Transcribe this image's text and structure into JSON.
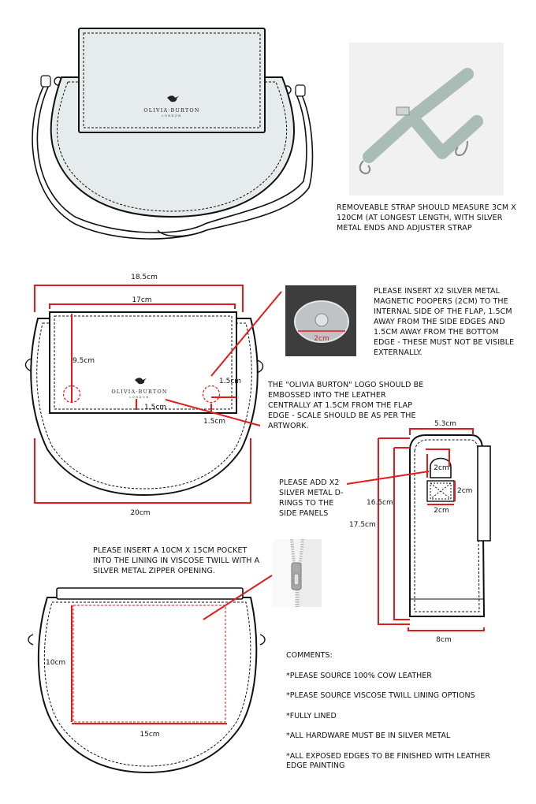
{
  "logo": {
    "brand": "OLIVIA·BURTON",
    "city": "LONDON"
  },
  "notes": {
    "strap": "REMOVEABLE STRAP SHOULD MEASURE 3CM X 120CM (AT LONGEST LENGTH, WITH SILVER METAL ENDS AND ADJUSTER STRAP",
    "poppers": "PLEASE INSERT X2 SILVER METAL MAGNETIC POOPERS (2CM) TO THE INTERNAL SIDE OF THE FLAP, 1.5CM AWAY FROM THE SIDE EDGES AND 1.5CM AWAY FROM THE BOTTOM EDGE - THESE MUST NOT BE VISIBLE EXTERNALLY.",
    "logo": "THE \"OLIVIA BURTON\" LOGO SHOULD BE EMBOSSED INTO THE LEATHER CENTRALLY AT 1.5CM FROM THE FLAP EDGE - SCALE SHOULD BE AS PER THE ARTWORK.",
    "drings": "PLEASE ADD X2 SILVER METAL D-RINGS TO THE SIDE PANELS",
    "pocket": "PLEASE INSERT A 10CM X 15CM POCKET INTO THE LINING IN VISCOSE TWILL WITH A SILVER METAL ZIPPER OPENING."
  },
  "dimensions": {
    "overall_width": "18.5cm",
    "flap_width": "17cm",
    "flap_height": "9.5cm",
    "popper_side": "1.5cm",
    "logo_offset": "1.5cm",
    "popper_bottom": "1.5cm",
    "bag_width": "20cm",
    "popper_size": "2cm",
    "side_top": "5.3cm",
    "dring_top": "2cm",
    "dring_right": "2cm",
    "dring_bottom": "2cm",
    "side_inner_height": "16.5cm",
    "side_outer_height": "17.5cm",
    "side_bottom": "8cm",
    "pocket_height": "10cm",
    "pocket_width": "15cm"
  },
  "comments": {
    "title": "COMMENTS:",
    "items": [
      "*PLEASE SOURCE 100% COW LEATHER",
      "*PLEASE SOURCE VISCOSE TWILL LINING OPTIONS",
      "*FULLY LINED",
      "*ALL HARDWARE MUST BE IN SILVER METAL",
      "*ALL EXPOSED EDGES TO BE FINISHED WITH LEATHER EDGE PAINTING"
    ]
  },
  "colors": {
    "accent": "#e21b1b",
    "leather": "#e6eceb",
    "strap": "#a9bcb6",
    "outline": "#111111"
  }
}
